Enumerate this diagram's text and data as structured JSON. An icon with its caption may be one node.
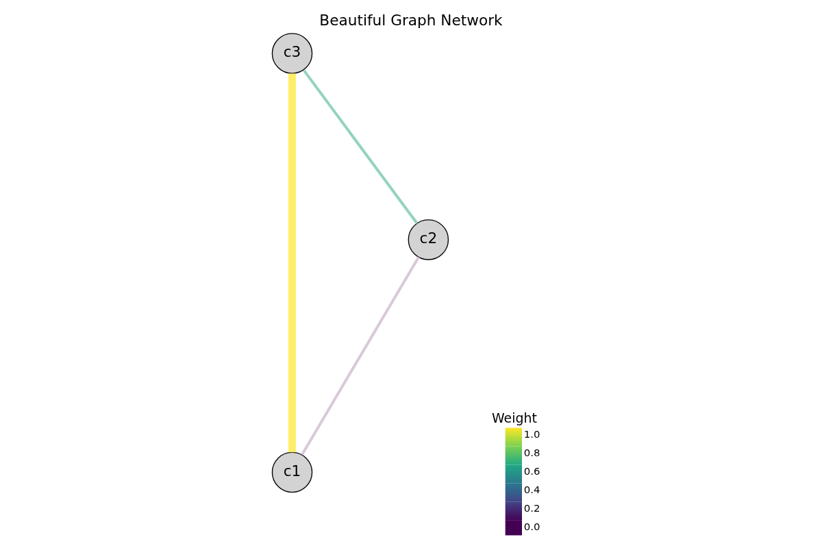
{
  "diagram": {
    "title": "Beautiful Graph Network",
    "nodes": [
      {
        "text": [
          "c3"
        ]
      },
      {
        "text": [
          "c1"
        ]
      },
      {
        "text": [
          "c2"
        ]
      }
    ],
    "edges": [
      {
        "from": 0,
        "to": 1,
        "arrow": "none",
        "style": "thick",
        "color": "#fdee65"
      },
      {
        "from": 0,
        "to": 2,
        "arrow": "none",
        "color": "#93d3c0"
      },
      {
        "from": 2,
        "to": 1,
        "arrow": "none",
        "color": "#d9c9d9"
      }
    ],
    "labels": [
      "Weight",
      "1.0",
      "0.8",
      "0.6",
      "0.4",
      "0.2",
      "0.0"
    ]
  }
}
